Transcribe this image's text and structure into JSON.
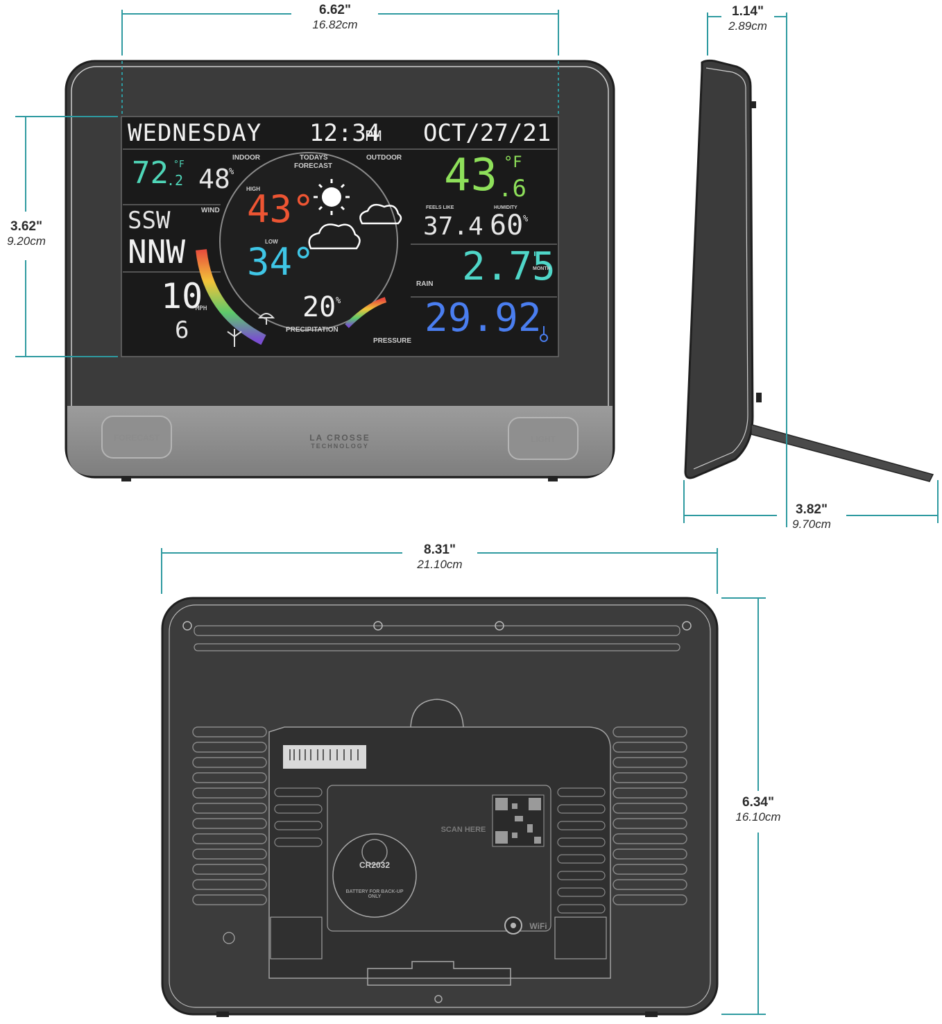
{
  "dimensions": {
    "front_width": {
      "imperial": "6.62\"",
      "metric": "16.82cm"
    },
    "front_height": {
      "imperial": "3.62\"",
      "metric": "9.20cm"
    },
    "side_depth_top": {
      "imperial": "1.14\"",
      "metric": "2.89cm"
    },
    "side_depth_stand": {
      "imperial": "3.82\"",
      "metric": "9.70cm"
    },
    "back_width": {
      "imperial": "8.31\"",
      "metric": "21.10cm"
    },
    "back_height": {
      "imperial": "6.34\"",
      "metric": "16.10cm"
    }
  },
  "display": {
    "day": "WEDNESDAY",
    "time": "12:34",
    "ampm": "PM",
    "date": "OCT/27/21",
    "indoor_label": "INDOOR",
    "forecast_label_1": "TODAYS",
    "forecast_label_2": "FORECAST",
    "outdoor_label": "OUTDOOR",
    "indoor_temp": "72",
    "indoor_temp_dec": ".2",
    "temp_unit": "°F",
    "indoor_humidity": "48",
    "humidity_unit": "%",
    "wind_label": "WIND",
    "wind_prev_dir": "SSW",
    "wind_dir": "NNW",
    "wind_speed": "10",
    "wind_gust": "6",
    "wind_unit": "MPH",
    "high_label": "HIGH",
    "high_temp": "43°",
    "low_label": "LOW",
    "low_temp": "34°",
    "outdoor_temp": "43",
    "outdoor_temp_dec": ".6",
    "outdoor_feels_like": "37.4",
    "outdoor_humidity": "60",
    "feels_like_label": "FEELS LIKE",
    "humidity_label": "HUMIDITY",
    "rain_label": "RAIN",
    "rain_value": "2.75",
    "rain_unit": "\"",
    "rain_period": "MONTH",
    "precip_value": "20",
    "precip_unit": "%",
    "precip_label": "PRECIPITATION",
    "pressure_value": "29.92",
    "pressure_label": "PRESSURE"
  },
  "front_buttons": {
    "forecast": "FORECAST",
    "light": "LIGHT"
  },
  "brand": {
    "line1": "LA CROSSE",
    "line2": "TECHNOLOGY"
  },
  "back": {
    "battery": "CR2032",
    "battery_note": "BATTERY FOR BACK-UP ONLY",
    "scan_here": "SCAN HERE",
    "wifi": "WiFi"
  },
  "colors": {
    "dimension_line": "#2e9aa0",
    "device_body": "#3d3d3d",
    "lcd_bg": "#1a1a1a",
    "indoor_temp": "#4fd6b8",
    "outdoor_temp": "#8ee05a",
    "high": "#ee5533",
    "low": "#3fc6e6",
    "rain": "#4fd6c8",
    "pressure": "#4a7ef0"
  }
}
